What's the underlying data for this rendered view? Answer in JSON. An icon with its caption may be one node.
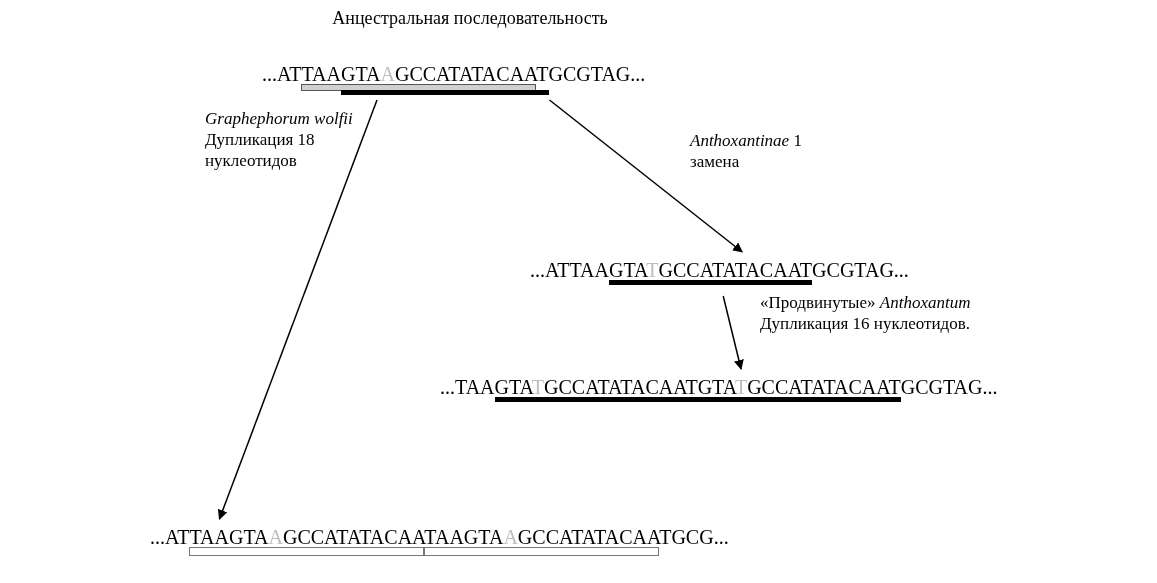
{
  "diagram": {
    "title": "Анцестральная последовательность",
    "nodes": [
      {
        "text": [
          "...ATTAAGTAAGCCATATACAATGCGTAG..."
        ]
      },
      {
        "text": [
          "...ATTAAGTATGCCATATACAATGCGTAG..."
        ]
      },
      {
        "text": [
          "...TAAGTATGCCATATACAATGTATGCCATATACAATGCGTAG..."
        ]
      },
      {
        "text": [
          "...ATTAAGTAAGCCATATACAATAAGTAAGCCATATACAATGCG..."
        ]
      }
    ],
    "edges": [
      {
        "from": 0,
        "to": 3,
        "arrow": "to",
        "label": "*Graphephorum wolfii* Дупликация 18 нуклеотидов"
      },
      {
        "from": 0,
        "to": 1,
        "arrow": "to",
        "label": "*Anthoxantinae* 1 замена"
      },
      {
        "from": 1,
        "to": 2,
        "arrow": "to",
        "label": "«Продвинутые» *Anthoxantum* Дупликация 16 нуклеотидов."
      }
    ]
  }
}
